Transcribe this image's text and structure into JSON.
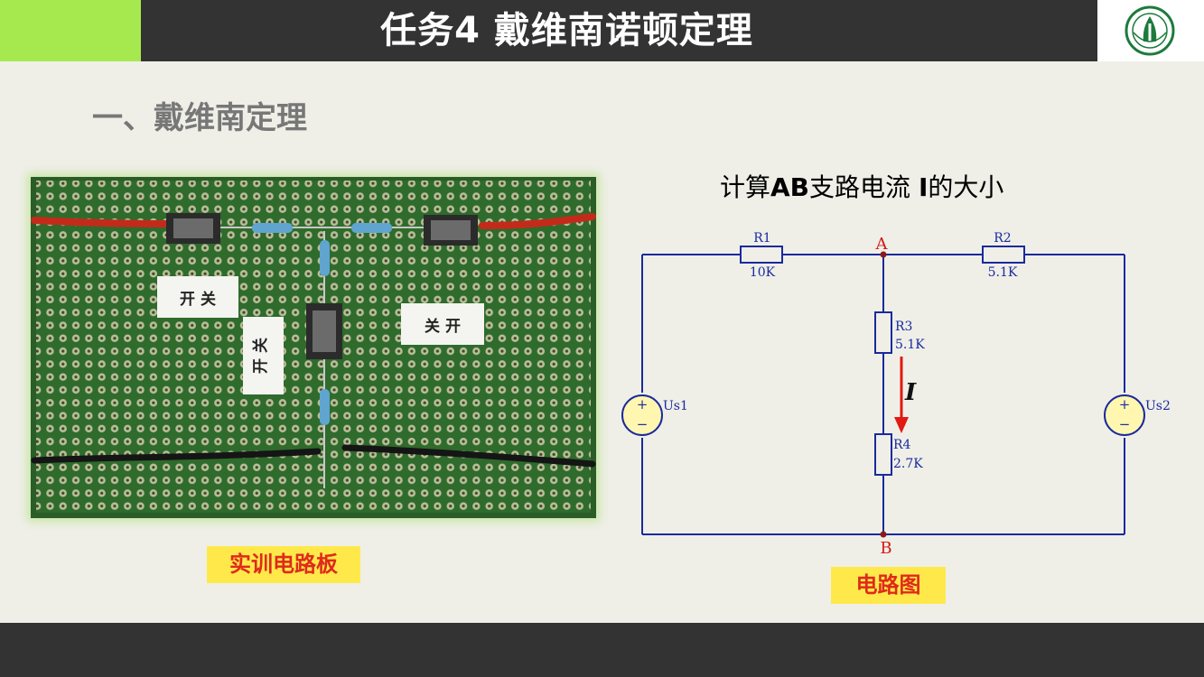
{
  "header": {
    "title": "任务4 戴维南诺顿定理",
    "logo_icon": "university-seal-icon"
  },
  "section": {
    "heading": "一、戴维南定理"
  },
  "photo": {
    "label_switch_left": "开 关",
    "label_switch_middle": "开 关",
    "label_switch_right": "关 开",
    "caption": "实训电路板"
  },
  "question": {
    "prefix": "计算",
    "bold1": "AB",
    "middle": "支路电流 ",
    "bold2": "I",
    "suffix": "的大小"
  },
  "circuit": {
    "node_a": "A",
    "node_b": "B",
    "r1_name": "R1",
    "r1_value": "10K",
    "r2_name": "R2",
    "r2_value": "5.1K",
    "r3_name": "R3",
    "r3_value": "5.1K",
    "r4_name": "R4",
    "r4_value": "2.7K",
    "us1_name": "Us1",
    "us2_name": "Us2",
    "current_label": "I",
    "plus": "+",
    "minus": "−",
    "caption": "电路图",
    "wire_color": "#1a2a9e",
    "arrow_color": "#e11a12"
  },
  "colors": {
    "header_bg": "#333333",
    "accent_green": "#a6e94f",
    "caption_bg": "#ffe94a",
    "caption_text": "#e02a1a"
  }
}
